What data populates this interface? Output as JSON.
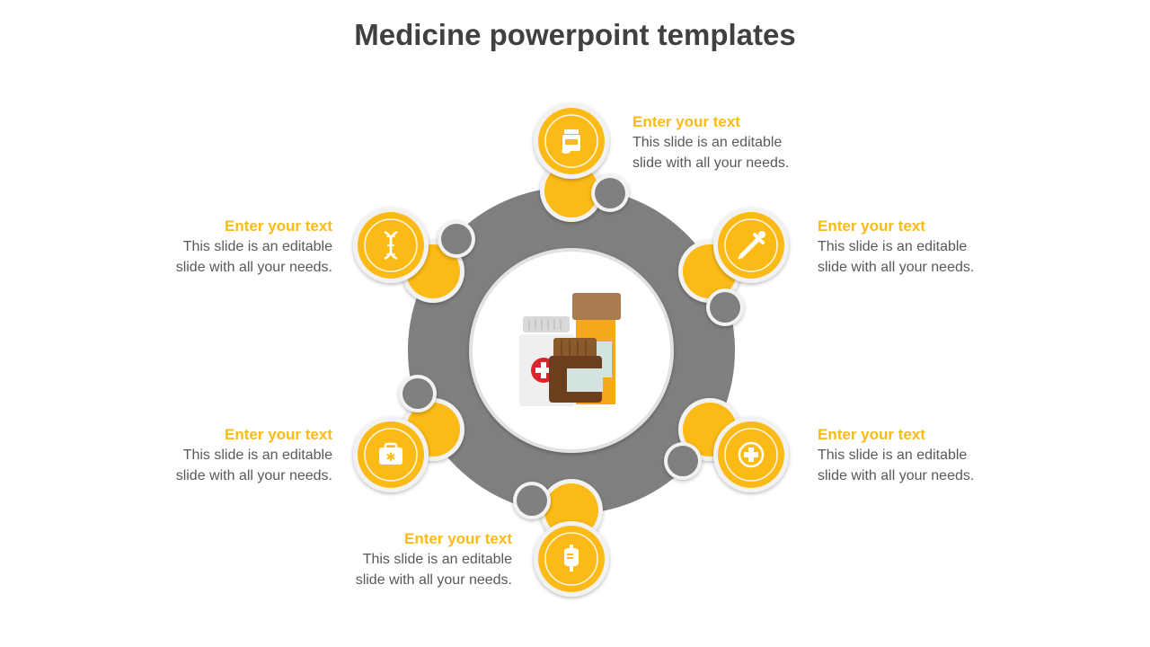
{
  "slide": {
    "title": "Medicine powerpoint templates",
    "colors": {
      "accent": "#FBBA16",
      "ring": "#7F7F7F",
      "heading_text": "#404040",
      "body_text": "#595959"
    }
  },
  "items": [
    {
      "id": "top",
      "heading": "Enter your text",
      "body_line1": "This slide is an editable",
      "body_line2": "slide with all your needs.",
      "icon": "medicine-bottle-icon"
    },
    {
      "id": "upper-right",
      "heading": "Enter your text",
      "body_line1": "This slide is an editable",
      "body_line2": "slide with all your needs.",
      "icon": "dropper-icon"
    },
    {
      "id": "lower-right",
      "heading": "Enter your text",
      "body_line1": "This slide is an editable",
      "body_line2": "slide with all your needs.",
      "icon": "medical-cross-icon"
    },
    {
      "id": "bottom",
      "heading": "Enter your text",
      "body_line1": "This slide is an editable",
      "body_line2": "slide with all your needs.",
      "icon": "iv-bag-icon"
    },
    {
      "id": "lower-left",
      "heading": "Enter your text",
      "body_line1": "This slide is an editable",
      "body_line2": "slide with all your needs.",
      "icon": "first-aid-kit-icon"
    },
    {
      "id": "upper-left",
      "heading": "Enter your text",
      "body_line1": "This slide is an editable",
      "body_line2": "slide with all your needs.",
      "icon": "dna-icon"
    }
  ],
  "center_icon": "medicine-bottles-icon"
}
